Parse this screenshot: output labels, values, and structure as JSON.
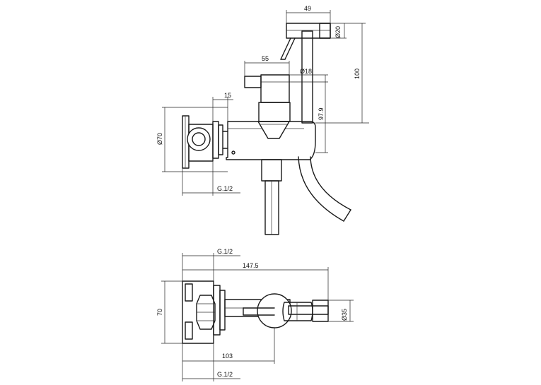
{
  "dimensions": {
    "top_view": {
      "width_49": "49",
      "dia_20": "Ø20",
      "len_55": "55",
      "dia_18": "Ø18",
      "len_15": "15",
      "dia_70": "Ø70",
      "height_100": "100",
      "height_97_9": "97.9",
      "thread_g12": "G.1/2"
    },
    "bottom_view": {
      "thread_g12_top": "G.1/2",
      "len_147_5": "147.5",
      "height_70": "70",
      "dia_35": "Ø35",
      "len_103": "103",
      "thread_g12_bottom": "G.1/2"
    }
  }
}
